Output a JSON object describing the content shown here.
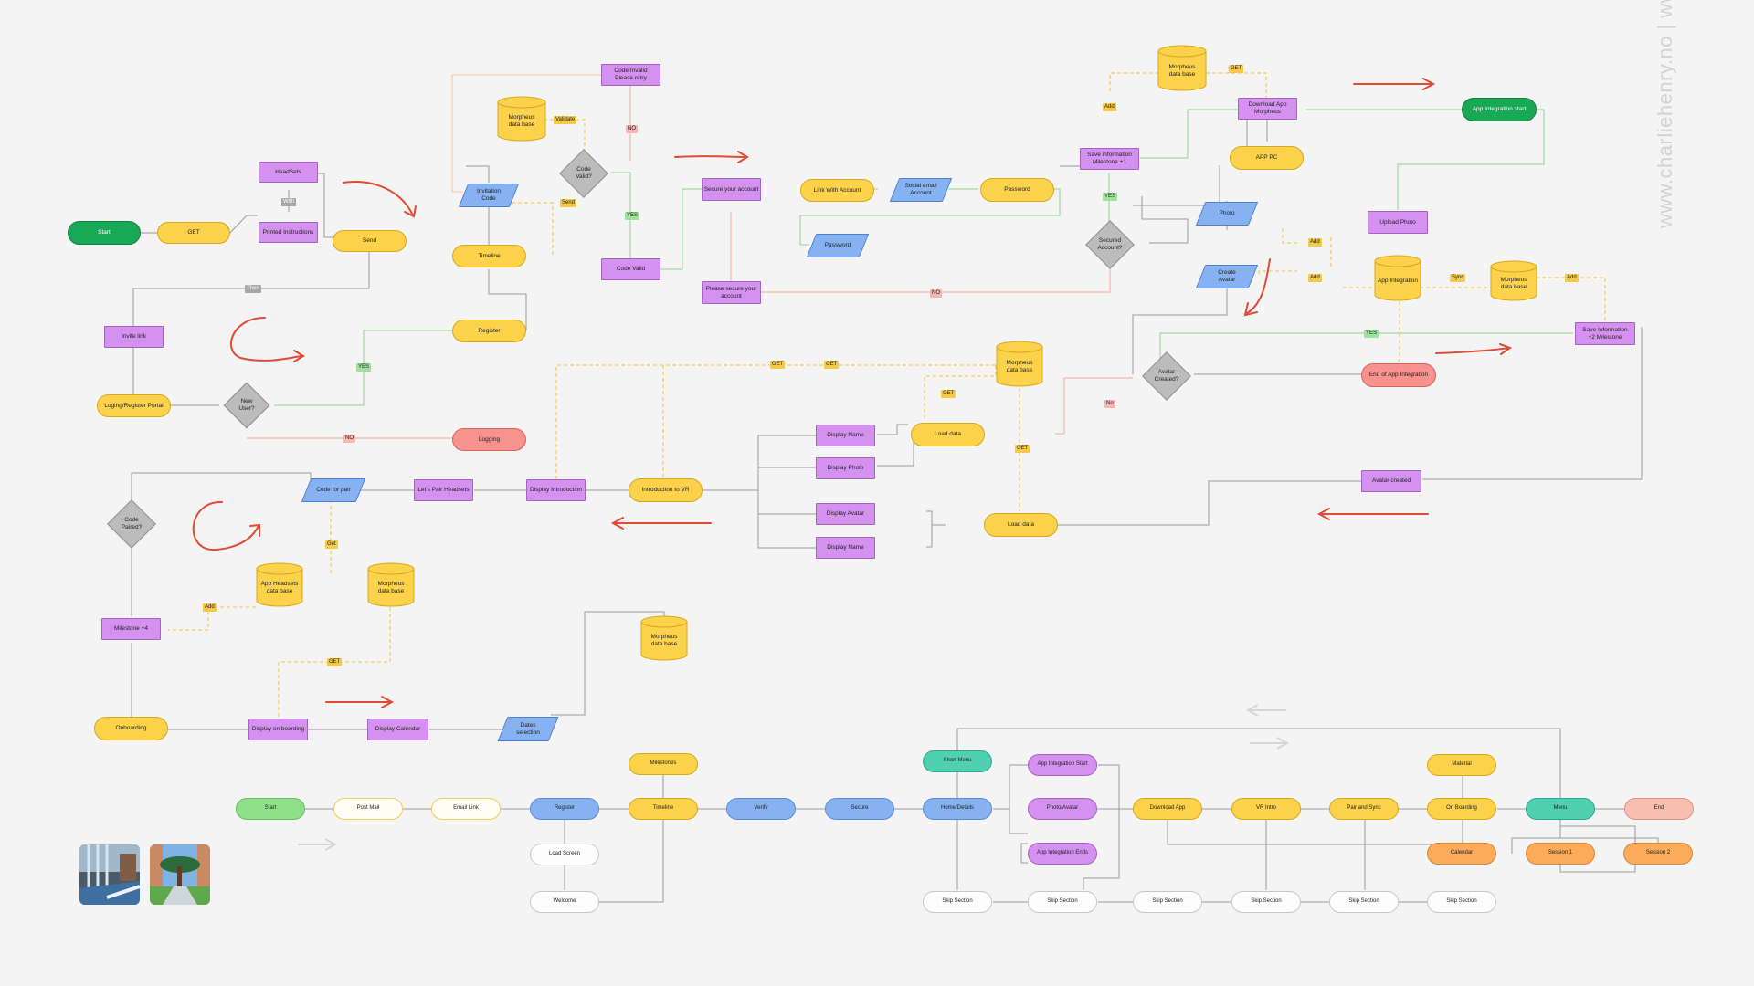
{
  "watermark": "www.charliehenry.no | www.charliehenry.se",
  "colors": {
    "yellow": "#fcd24a",
    "purple": "#d591ef",
    "blue": "#86b2f2",
    "green": "#19a955",
    "red": "#f7928c",
    "diamond": "#bcbcbc",
    "arrow_red": "#e14a33",
    "line_gray": "#9a9a9a",
    "line_yellow": "#f3c33a",
    "line_green": "#8fd28c",
    "line_pink": "#f2a8a2"
  },
  "nodes": {
    "start": "Start",
    "get_headsets": "GET",
    "headsets": "HeadSets",
    "printed_instructions": "Printed Instructions",
    "send_main": "Send",
    "invite_link": "Invite link",
    "login_portal": "Loging/Register Portal",
    "new_user": "New\nUser?",
    "logging": "Logging",
    "register": "Register",
    "timeline": "Timeline",
    "invitation_code": "Invitation\nCode",
    "db_top_left": "Morpheus\ndata base",
    "code_invalid": "Code Invalid\nPlease retry",
    "code_valid_q": "Code\nValid?",
    "code_valid": "Code Valid",
    "secure_account": "Secure your account",
    "please_secure": "Please secure your\naccount",
    "link_account": "Link With Account",
    "social_email": "Social email\nAccount",
    "password_top": "Password",
    "password_bottom": "Password",
    "secured_q": "Secured\nAccount?",
    "save_info_1": "Save information\nMilestone +1",
    "db_top_right": "Morpheus\ndata base",
    "download_app": "Download App\nMorpheus",
    "app_pc": "APP PC",
    "app_integration_start": "App Integration start",
    "photo": "Photo",
    "create_avatar": "Create\nAvatar",
    "upload_photo": "Upload Photo",
    "app_integration": "App Integration",
    "db_sync": "Morpheus\ndata base",
    "save_info_2": "Save Information\n+2 Milestone",
    "avatar_created_q": "Avatar\nCreated?",
    "end_app_integration": "End of App Integration",
    "avatar_created": "Avatar created",
    "db_mid": "Morpheus\ndata base",
    "load_data_1": "Load data",
    "load_data_2": "Load data",
    "display_name_1": "Display Name",
    "display_photo": "Display Photo",
    "display_avatar": "Display Avatar",
    "display_name_2": "Display Name",
    "intro_vr": "Introduction to VR",
    "display_introduction": "Display Introduction",
    "lets_pair": "Let's Pair Headsets",
    "code_for_pair": "Code for pair",
    "code_paired_q": "Code\nPaired?",
    "app_headsets_db": "App Headsets\ndata base",
    "db_left_lower": "Morpheus\ndata base",
    "milestone_4": "Milestone +4",
    "onboarding": "Onboarding",
    "display_onboarding": "Display on boarding",
    "display_calendar": "Display Calendar",
    "dates_selection": "Dates\nselection",
    "db_bottom": "Morpheus\ndata base"
  },
  "tags": {
    "with": "With",
    "then": "Then",
    "yes_new_user": "YES",
    "no_new_user": "NO",
    "validate": "Validate",
    "send_code": "Send",
    "no_code": "NO",
    "yes_code": "YES",
    "no_secure": "NO",
    "yes_secure": "YES",
    "add_save": "Add",
    "get_download": "GET",
    "add_photo": "Add",
    "add_avatar": "Add",
    "sync": "Sync",
    "add_milestone": "Add",
    "yes_avatar": "YES",
    "no_avatar": "No",
    "get_1": "GET",
    "get_2": "GET",
    "get_3": "GET",
    "get_4": "GET",
    "get_pair": "Get",
    "add_milestone4": "Add",
    "get_calendar": "GET"
  },
  "timeline": {
    "start": "Start",
    "post_mail": "Post Mail",
    "email_link": "Email Link",
    "register": "Register",
    "load_screen": "Load Screen",
    "welcome": "Welcome",
    "milestones": "Milestones",
    "timeline": "Timeline",
    "verify": "Verify",
    "secure": "Secure",
    "short_menu": "Short Menu",
    "home_details": "Home/Details",
    "app_int_start": "App Integration Start",
    "photo_avatar": "Photo/Avatar",
    "app_int_ends": "App Integration Ends",
    "download_app": "Download App",
    "vr_intro": "VR Intro",
    "pair_sync": "Pair and Sync",
    "on_boarding": "On Boarding",
    "material": "Material",
    "calendar": "Calendar",
    "menu": "Menu",
    "session_1": "Session 1",
    "session_2": "Session 2",
    "end": "End",
    "skip_1": "Skip Section",
    "skip_2": "Skip Section",
    "skip_3": "Skip Section",
    "skip_4": "Skip Section",
    "skip_5": "Skip Section",
    "skip_6": "Skip Section"
  }
}
